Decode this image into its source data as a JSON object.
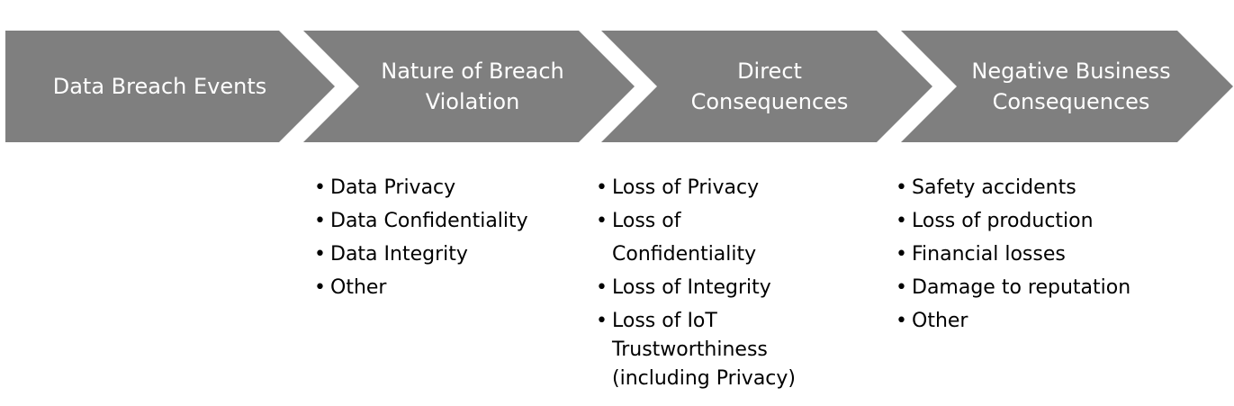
{
  "fill_color": "#7f7f7f",
  "steps": [
    {
      "title": "Data Breach Events",
      "items": []
    },
    {
      "title": "Nature of Breach Violation",
      "items": [
        "Data Privacy",
        "Data Confidentiality",
        "Data Integrity",
        "Other"
      ]
    },
    {
      "title": "Direct Consequences",
      "items": [
        "Loss of Privacy",
        "Loss of Confidentiality",
        "Loss of Integrity",
        "Loss of IoT Trustworthiness (including Privacy)"
      ]
    },
    {
      "title": "Negative Business Consequences",
      "items": [
        "Safety accidents",
        "Loss of production",
        "Financial losses",
        "Damage to reputation",
        "Other"
      ]
    }
  ]
}
